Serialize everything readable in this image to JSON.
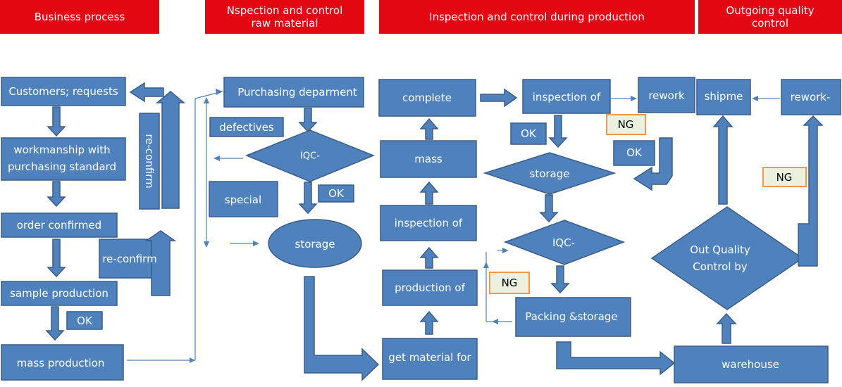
{
  "headers": {
    "business": "Business process",
    "raw_line1": "Nspection and control",
    "raw_line2": "raw material",
    "production": "Inspection and control during production",
    "outgoing_line1": "Outgoing quality",
    "outgoing_line2": "control"
  },
  "nodes": {
    "customers": "Customers; requests",
    "workmanship_line1": "workmanship with",
    "workmanship_line2": "purchasing standard",
    "order": "order confirmed",
    "sample": "sample production",
    "ok_business": "OK",
    "mass_production": "mass production",
    "reconfirm_vertical": "re-confirm",
    "reconfirm": "re-confirm",
    "purchasing": "Purchasing deparment",
    "defectives": "defectives",
    "iqc_raw": "IQC-",
    "ok_raw": "OK",
    "special": "special",
    "storage_raw": "storage",
    "complete": "complete",
    "mass": "mass",
    "inspection_left": "inspection of",
    "production_of": "production of",
    "get_material": "get material for",
    "inspection_mid": "inspection of",
    "rework": "rework",
    "ng_top": "NG",
    "ok_left": "OK",
    "ok_right": "OK",
    "storage_mid": "storage",
    "iqc_mid": "IQC-",
    "ng_mid": "NG",
    "packing": "Packing &storage",
    "shipme": "shipme",
    "rework_right": "rework-",
    "ng_right": "NG",
    "oqc_line1": "Out Quality",
    "oqc_line2": "Control  by",
    "warehouse": "warehouse"
  },
  "colors": {
    "header_bg": "#e30613",
    "box_fill": "#4f81bd",
    "box_stroke": "#385d8a",
    "arrow": "#4f81bd",
    "ng_fill": "#ebf1de",
    "ng_stroke": "#f79646"
  }
}
